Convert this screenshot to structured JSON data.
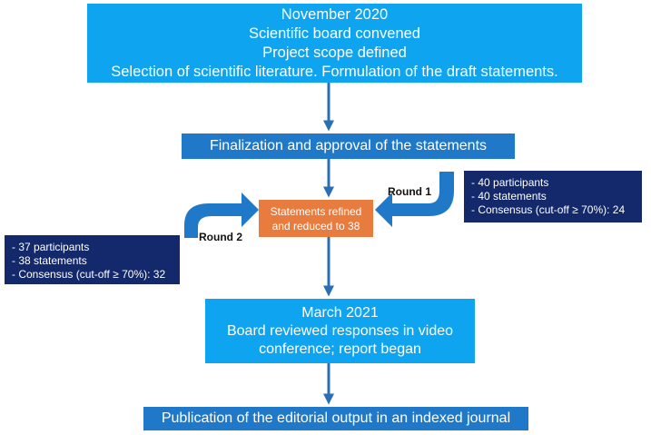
{
  "top_box": {
    "lines": [
      "November 2020",
      "Scientific board convened",
      "Project scope defined",
      "Selection of scientific literature. Formulation of the draft statements."
    ]
  },
  "finalization_box": {
    "text": "Finalization and approval of the statements"
  },
  "refined_box": {
    "lines": [
      "Statements refined",
      "and reduced to 38"
    ]
  },
  "round1": {
    "label": "Round 1",
    "items": [
      "40 participants",
      "40 statements",
      "Consensus (cut-off ≥ 70%): 24"
    ]
  },
  "round2": {
    "label": "Round 2",
    "items": [
      "37 participants",
      "38 statements",
      "Consensus (cut-off ≥ 70%): 32"
    ]
  },
  "march_box": {
    "lines": [
      "March 2021",
      "Board reviewed responses in video",
      "conference; report began"
    ]
  },
  "publication_box": {
    "text": "Publication of the editorial output in an indexed journal"
  },
  "colors": {
    "light_blue": "#0FA4F0",
    "mid_blue": "#1F78C8",
    "orange": "#E87B3E",
    "navy": "#13296B",
    "arrow": "#2A6FB5"
  }
}
